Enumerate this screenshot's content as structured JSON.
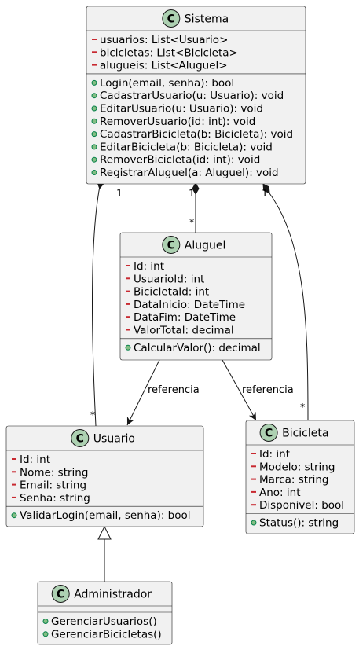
{
  "class_icon_letter": "C",
  "colors": {
    "box_fill": "#f1f1f1",
    "box_stroke": "#181818",
    "icon_fill": "#add1b2",
    "private_marker": "#c82930",
    "public_marker": "#84be84"
  },
  "classes": {
    "sistema": {
      "name": "Sistema",
      "fields": [
        "usuarios: List<Usuario>",
        "bicicletas: List<Bicicleta>",
        "alugueis: List<Aluguel>"
      ],
      "methods": [
        "Login(email, senha): bool",
        "CadastrarUsuario(u: Usuario): void",
        "EditarUsuario(u: Usuario): void",
        "RemoverUsuario(id: int): void",
        "CadastrarBicicleta(b: Bicicleta): void",
        "EditarBicicleta(b: Bicicleta): void",
        "RemoverBicicleta(id: int): void",
        "RegistrarAluguel(a: Aluguel): void"
      ]
    },
    "aluguel": {
      "name": "Aluguel",
      "fields": [
        "Id: int",
        "UsuarioId: int",
        "BicicletaId: int",
        "DataInicio: DateTime",
        "DataFim: DateTime",
        "ValorTotal: decimal"
      ],
      "methods": [
        "CalcularValor(): decimal"
      ]
    },
    "usuario": {
      "name": "Usuario",
      "fields": [
        "Id: int",
        "Nome: string",
        "Email: string",
        "Senha: string"
      ],
      "methods": [
        "ValidarLogin(email, senha): bool"
      ]
    },
    "bicicleta": {
      "name": "Bicicleta",
      "fields": [
        "Id: int",
        "Modelo: string",
        "Marca: string",
        "Ano: int",
        "Disponivel: bool"
      ],
      "methods": [
        "Status(): string"
      ]
    },
    "administrador": {
      "name": "Administrador",
      "fields": [],
      "methods": [
        "GerenciarUsuarios()",
        "GerenciarBicicletas()"
      ]
    }
  },
  "relations": {
    "sistema_usuario": {
      "source_mult": "1",
      "target_mult": "*"
    },
    "sistema_aluguel": {
      "source_mult": "1",
      "target_mult": "*"
    },
    "sistema_bicicleta": {
      "source_mult": "1",
      "target_mult": "*"
    },
    "aluguel_usuario": {
      "label": "referencia"
    },
    "aluguel_bicicleta": {
      "label": "referencia"
    }
  }
}
